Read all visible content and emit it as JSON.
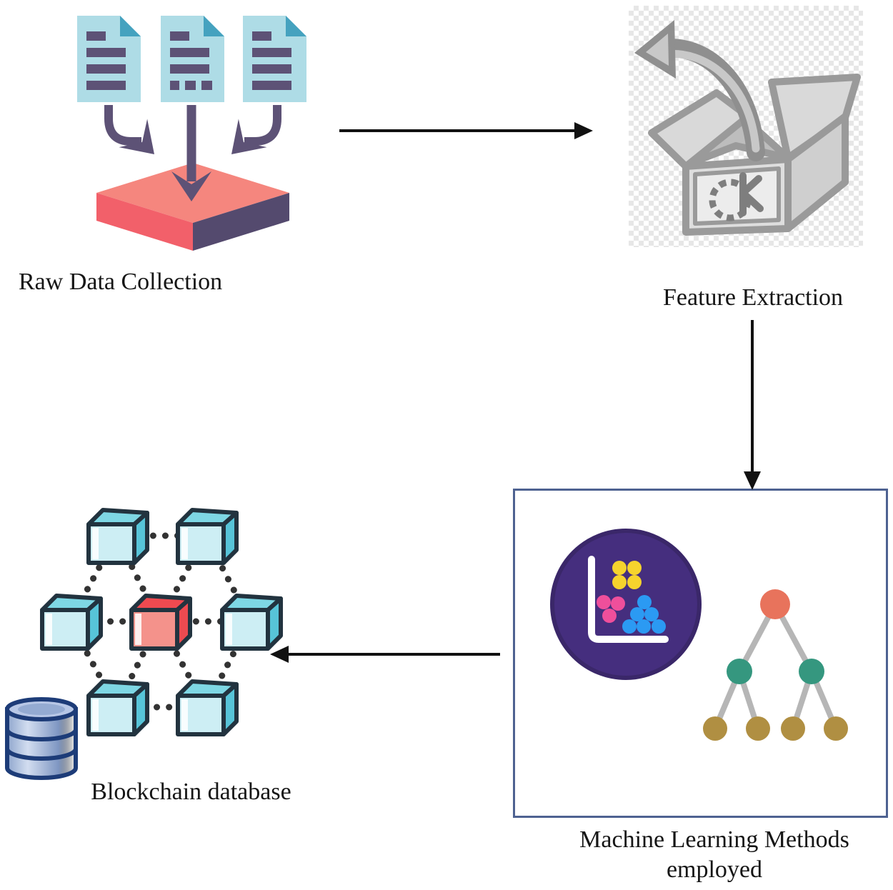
{
  "diagram": {
    "nodes": {
      "raw_data": {
        "label": "Raw Data Collection",
        "icon": "documents-into-collector-icon"
      },
      "feature_extraction": {
        "label": "Feature Extraction",
        "icon": "open-package-box-icon"
      },
      "ml_methods": {
        "label_line1": "Machine Learning Methods",
        "label_line2": "employed",
        "icons": [
          "scatter-plot-icon",
          "decision-tree-icon"
        ]
      },
      "blockchain": {
        "label": "Blockchain database",
        "icons": [
          "cube-network-icon",
          "database-cylinder-icon"
        ]
      }
    },
    "edges": [
      {
        "from": "raw_data",
        "to": "feature_extraction",
        "direction": "right"
      },
      {
        "from": "feature_extraction",
        "to": "ml_methods",
        "direction": "down"
      },
      {
        "from": "ml_methods",
        "to": "blockchain",
        "direction": "left"
      }
    ],
    "colors": {
      "document_body": "#aedce6",
      "document_fold": "#45a2bf",
      "document_lines": "#5d5276",
      "platform_top": "#f5867e",
      "platform_front": "#f2606a",
      "platform_side": "#544a6e",
      "package_gray": "#d6d6d6",
      "ml_box_border": "#4e6291",
      "scatter_circle": "#452e7e",
      "scatter_yellow": "#f6d32d",
      "scatter_pink": "#ef4f9b",
      "scatter_blue": "#2b9af3",
      "tree_root": "#e8735c",
      "tree_mid": "#35977f",
      "tree_leaf": "#b08f42",
      "cube_top": "#7ed7e4",
      "cube_front": "#cdeef4",
      "cube_side": "#57c4d8",
      "cube_red": "#ee4a50",
      "cube_outline": "#22333f",
      "database_outline": "#1d3c78",
      "connector": "#111111"
    }
  }
}
